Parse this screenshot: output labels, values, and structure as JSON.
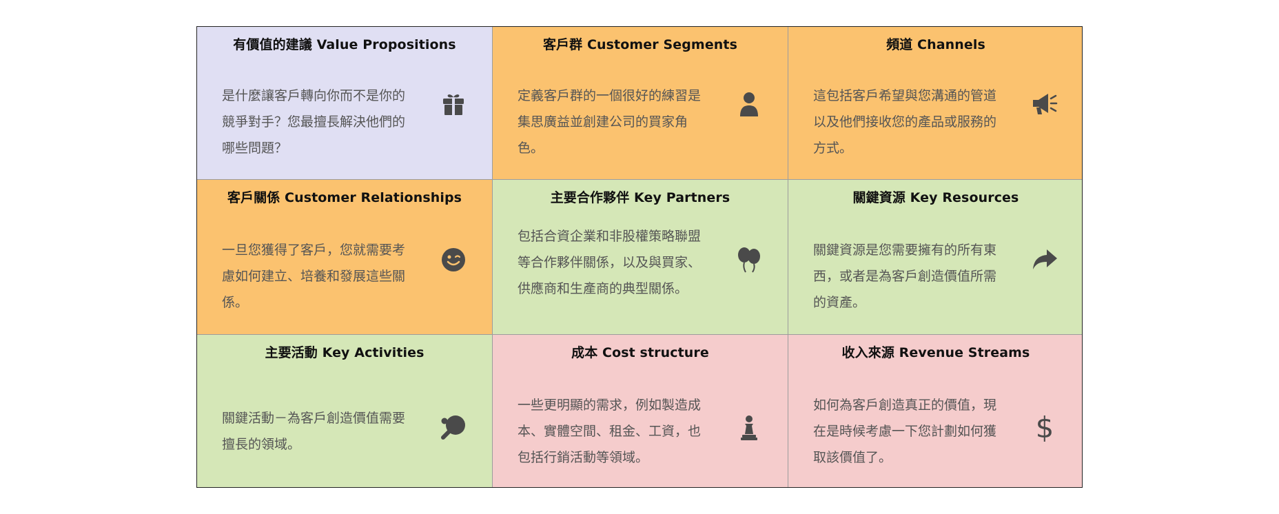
{
  "colors": {
    "lavender": "#e0dff3",
    "orange": "#fbc26f",
    "green": "#d5e7b7",
    "pink": "#f5cccc",
    "icon": "#4a4a4a",
    "border": "#222222"
  },
  "cells": [
    {
      "title": "有價值的建議 Value Propositions",
      "body": "是什麼讓客戶轉向你而不是你的競爭對手？您最擅長解決他們的哪些問題？",
      "icon": "gift-icon",
      "color": "lavender"
    },
    {
      "title": "客戶群 Customer Segments",
      "body": "定義客戶群的一個很好的練習是集思廣益並創建公司的買家角色。",
      "icon": "user-icon",
      "color": "orange"
    },
    {
      "title": "頻道 Channels",
      "body": "這包括客戶希望與您溝通的管道以及他們接收您的產品或服務的方式。",
      "icon": "megaphone-icon",
      "color": "orange"
    },
    {
      "title": "客戶關係 Customer Relationships",
      "body": "一旦您獲得了客戶，您就需要考慮如何建立、培養和發展這些關係。",
      "icon": "smile-wink-icon",
      "color": "orange"
    },
    {
      "title": "主要合作夥伴 Key Partners",
      "body": "包括合資企業和非股權策略聯盟等合作夥伴關係，以及與買家、供應商和生產商的典型關係。",
      "icon": "balloons-icon",
      "color": "green"
    },
    {
      "title": "關鍵資源 Key Resources",
      "body": "關鍵資源是您需要擁有的所有東西，或者是為客戶創造價值所需的資產。",
      "icon": "share-arrow-icon",
      "color": "green"
    },
    {
      "title": "主要活動 Key Activities",
      "body": "關鍵活動－為客戶創造價值需要擅長的領域。",
      "icon": "ping-pong-icon",
      "color": "green"
    },
    {
      "title": "成本 Cost structure",
      "body": "一些更明顯的需求，例如製造成本、實體空間、租金、工資，也包括行銷活動等領域。",
      "icon": "chess-pawn-icon",
      "color": "pink"
    },
    {
      "title": "收入來源 Revenue Streams",
      "body": "如何為客戶創造真正的價值，現在是時候考慮一下您計劃如何獲取該價值了。",
      "icon": "dollar-icon",
      "color": "pink"
    }
  ]
}
